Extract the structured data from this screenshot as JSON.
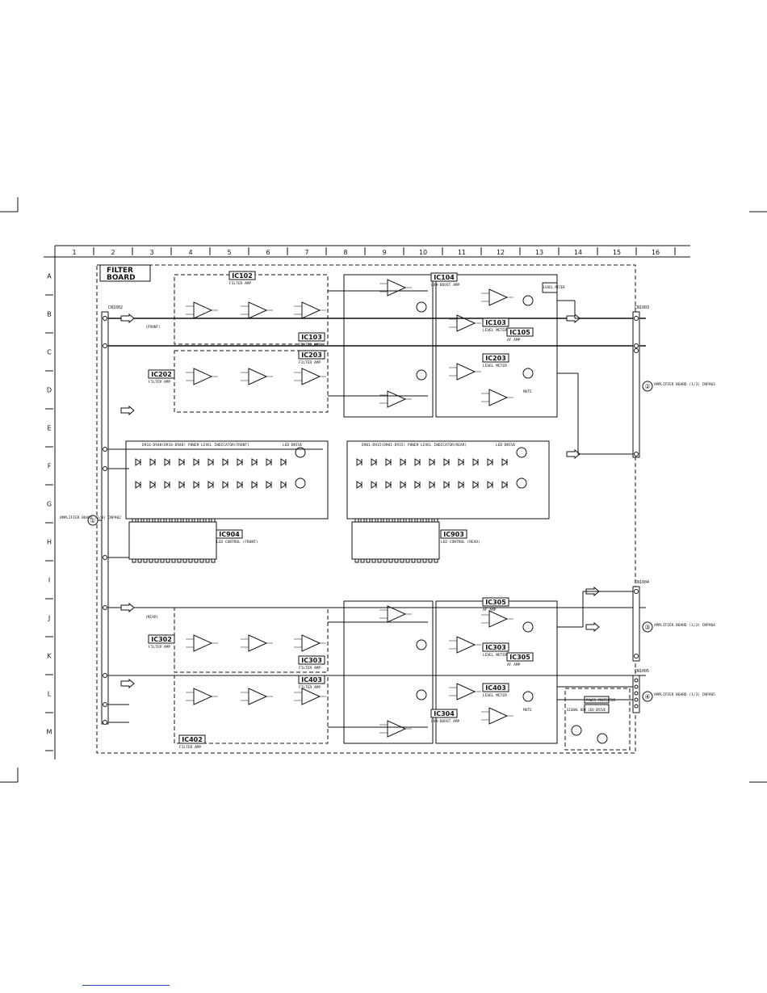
{
  "columns": [
    "1",
    "2",
    "3",
    "4",
    "5",
    "6",
    "7",
    "8",
    "9",
    "10",
    "11",
    "12",
    "13",
    "14",
    "15",
    "16"
  ],
  "rows": [
    "A",
    "B",
    "C",
    "D",
    "E",
    "F",
    "G",
    "H",
    "I",
    "J",
    "K",
    "L",
    "M"
  ],
  "board_title": [
    "FILTER",
    "BOARD"
  ],
  "ic_labels": [
    {
      "text": "IC102",
      "sub": "FILTER AMP"
    },
    {
      "text": "IC103",
      "sub": "FILTER AMP"
    },
    {
      "text": "IC104",
      "sub": "LOW-BOOST AMP"
    },
    {
      "text": "IC103",
      "sub": "LEVEL METER"
    },
    {
      "text": "IC105",
      "sub": "AF AMP"
    },
    {
      "text": "IC202",
      "sub": "FILTER AMP"
    },
    {
      "text": "IC203",
      "sub": "FILTER AMP"
    },
    {
      "text": "IC203",
      "sub": "LEVEL METER"
    },
    {
      "text": "IC904",
      "sub": "LED CONTROL (FRONT)"
    },
    {
      "text": "IC903",
      "sub": "LED CONTROL (REAR)"
    },
    {
      "text": "IC305",
      "sub": "AF AMP"
    },
    {
      "text": "IC302",
      "sub": "FILTER AMP"
    },
    {
      "text": "IC303",
      "sub": "FILTER AMP"
    },
    {
      "text": "IC303",
      "sub": "LEVEL METER"
    },
    {
      "text": "IC305",
      "sub": "AF AMP"
    },
    {
      "text": "IC403",
      "sub": "FILTER AMP"
    },
    {
      "text": "IC304",
      "sub": "LOW-BOOST AMP"
    },
    {
      "text": "IC403",
      "sub": "LEVEL METER"
    },
    {
      "text": "IC402",
      "sub": "FILTER AMP"
    }
  ],
  "connectors": [
    {
      "num": "①",
      "text": "AMPLIFIER BOARD (1/3) CNP902"
    },
    {
      "num": "②",
      "text": "AMPLIFIER BOARD (1/3) CNP903"
    },
    {
      "num": "③",
      "text": "AMPLIFIER BOARD (1/3) CNP904"
    },
    {
      "num": "④",
      "text": "AMPLIFIER BOARD (1/3) CNP905"
    }
  ],
  "section_labels": {
    "front_meter": "D916-D948(D916-D948) POWER LEVEL INDICATOR(FRONT)",
    "rear_meter": "D901-D915(D901-D915) POWER LEVEL INDICATOR(REAR)",
    "led_drive_front": "LED DRIVE",
    "led_drive_rear": "LED DRIVE",
    "mute_front": "MUTE",
    "mute_rear": "MUTE",
    "front": "(FRONT)",
    "rear": "(REAR)",
    "level_meter_sw": "LEVEL METER",
    "power_protector": "POWER PROTECTOR",
    "signal_box_led": "SIGNAL BOX LED DRIVE"
  },
  "connector_tags": [
    "CN1002",
    "CN1003",
    "CN1004",
    "CN1005"
  ]
}
